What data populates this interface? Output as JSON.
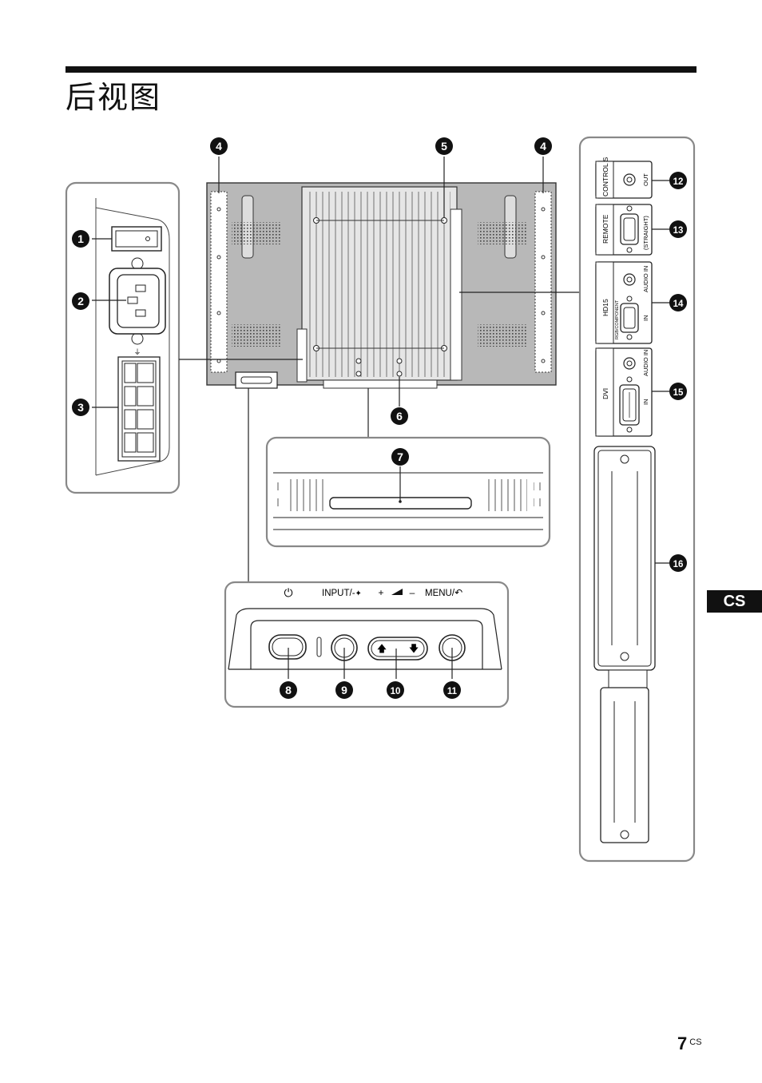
{
  "page": {
    "title": "后视图",
    "lang_tab": "CS",
    "page_number": "7",
    "page_suffix": "CS"
  },
  "callouts": [
    "1",
    "2",
    "3",
    "4",
    "5",
    "4",
    "6",
    "7",
    "8",
    "9",
    "10",
    "11",
    "12",
    "13",
    "14",
    "15",
    "16"
  ],
  "connector_panel": {
    "controls_label": "CONTROL S",
    "controls_out": "OUT",
    "remote_label": "REMOTE",
    "remote_note": "(STRAIGHT)",
    "hd15_label": "HD15",
    "hd15_sub": "RGB/COMPONENT",
    "hd15_audio": "AUDIO IN",
    "hd15_in": "IN",
    "dvi_label": "DVI",
    "dvi_audio": "AUDIO IN",
    "dvi_in": "IN"
  },
  "control_panel": {
    "power_symbol": "⏻",
    "input_label": "INPUT/-",
    "input_symbol": "✦",
    "volume_plus": "+",
    "volume_minus": "–",
    "menu_label": "MENU/",
    "menu_symbol": "↶"
  }
}
